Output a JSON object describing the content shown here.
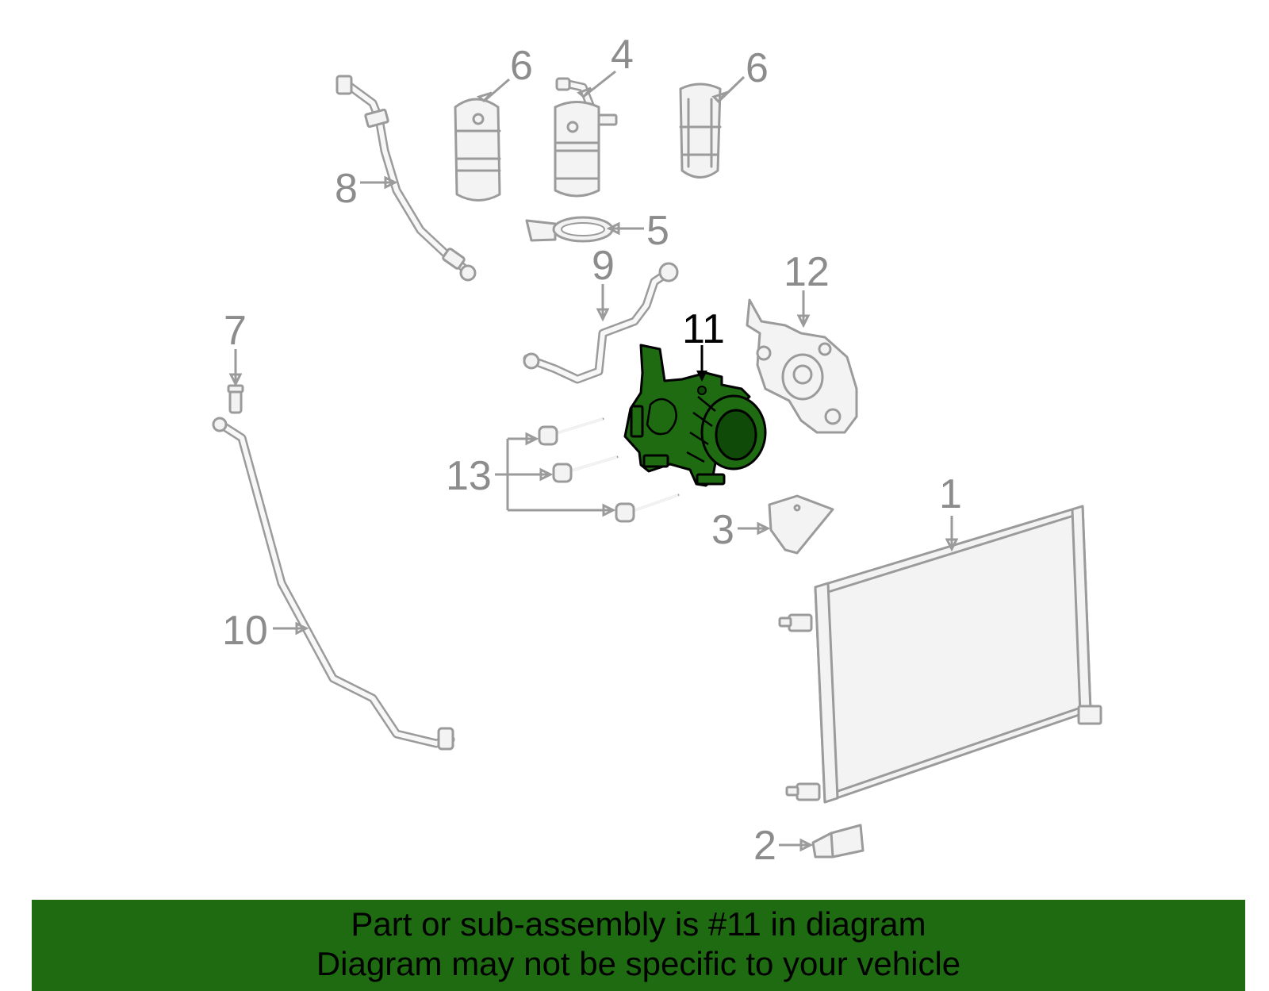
{
  "callouts": {
    "c1": "1",
    "c2": "2",
    "c3": "3",
    "c4": "4",
    "c5": "5",
    "c6a": "6",
    "c6b": "6",
    "c7": "7",
    "c8": "8",
    "c9": "9",
    "c10": "10",
    "c11": "11",
    "c12": "12",
    "c13": "13"
  },
  "highlight": {
    "part_number": "11",
    "color": "#1e6b12",
    "outline_color": "#000000"
  },
  "colors": {
    "part_gray": "#9b9b9b",
    "banner_green": "#1e6b12"
  },
  "banner": {
    "line1": "Part or sub-assembly is #11 in diagram",
    "line2": "Diagram may not be specific to your vehicle"
  }
}
